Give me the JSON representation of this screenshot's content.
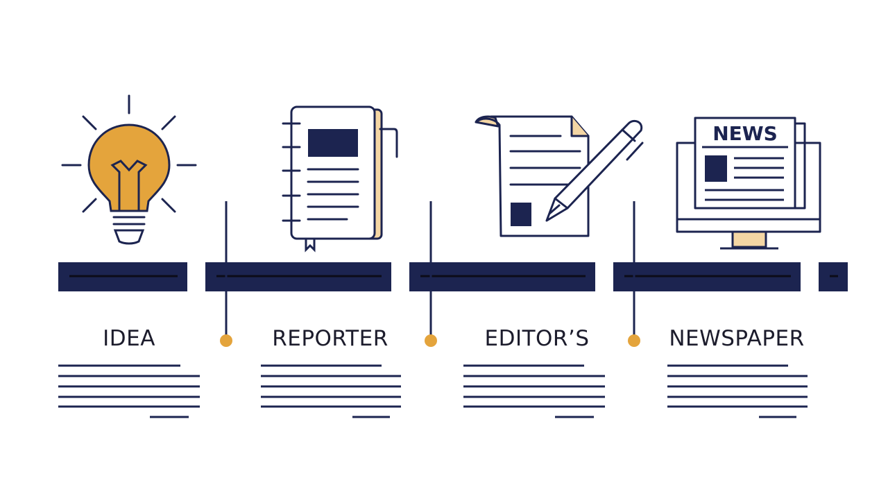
{
  "stages": [
    {
      "label": "IDEA",
      "icon": "lightbulb-icon"
    },
    {
      "label": "REPORTER",
      "icon": "notebook-icon"
    },
    {
      "label": "EDITOR’S",
      "icon": "document-with-pen-icon"
    },
    {
      "label": "NEWSPAPER",
      "icon": "newspaper-monitor-icon"
    }
  ],
  "newspaper_masthead": "NEWS",
  "colors": {
    "navy": "#1c2450",
    "gold": "#e4a43c",
    "cream": "#f4d6a4",
    "text": "#1c1c2c"
  }
}
